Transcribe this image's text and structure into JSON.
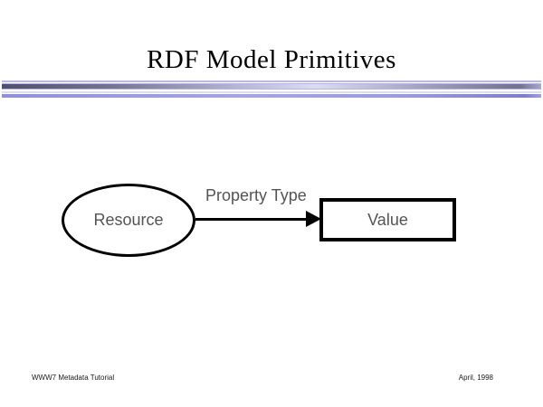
{
  "slide": {
    "title": "RDF Model Primitives",
    "footer_left": "WWW7 Metadata Tutorial",
    "footer_right": "April, 1998"
  },
  "diagram": {
    "type": "node-edge-diagram",
    "nodes": [
      {
        "id": "resource",
        "shape": "ellipse",
        "label": "Resource"
      },
      {
        "id": "value",
        "shape": "rectangle",
        "label": "Value"
      }
    ],
    "edges": [
      {
        "from": "resource",
        "to": "value",
        "label": "Property Type",
        "direction": "right"
      }
    ]
  },
  "colors": {
    "background": "#ffffff",
    "title_text": "#000000",
    "diagram_label_text": "#545454",
    "shape_stroke": "#000000",
    "divider_dark_slate": "#50506a",
    "divider_light_lavender": "#dcdcf2",
    "divider_periwinkle": "#8f8fdc"
  }
}
